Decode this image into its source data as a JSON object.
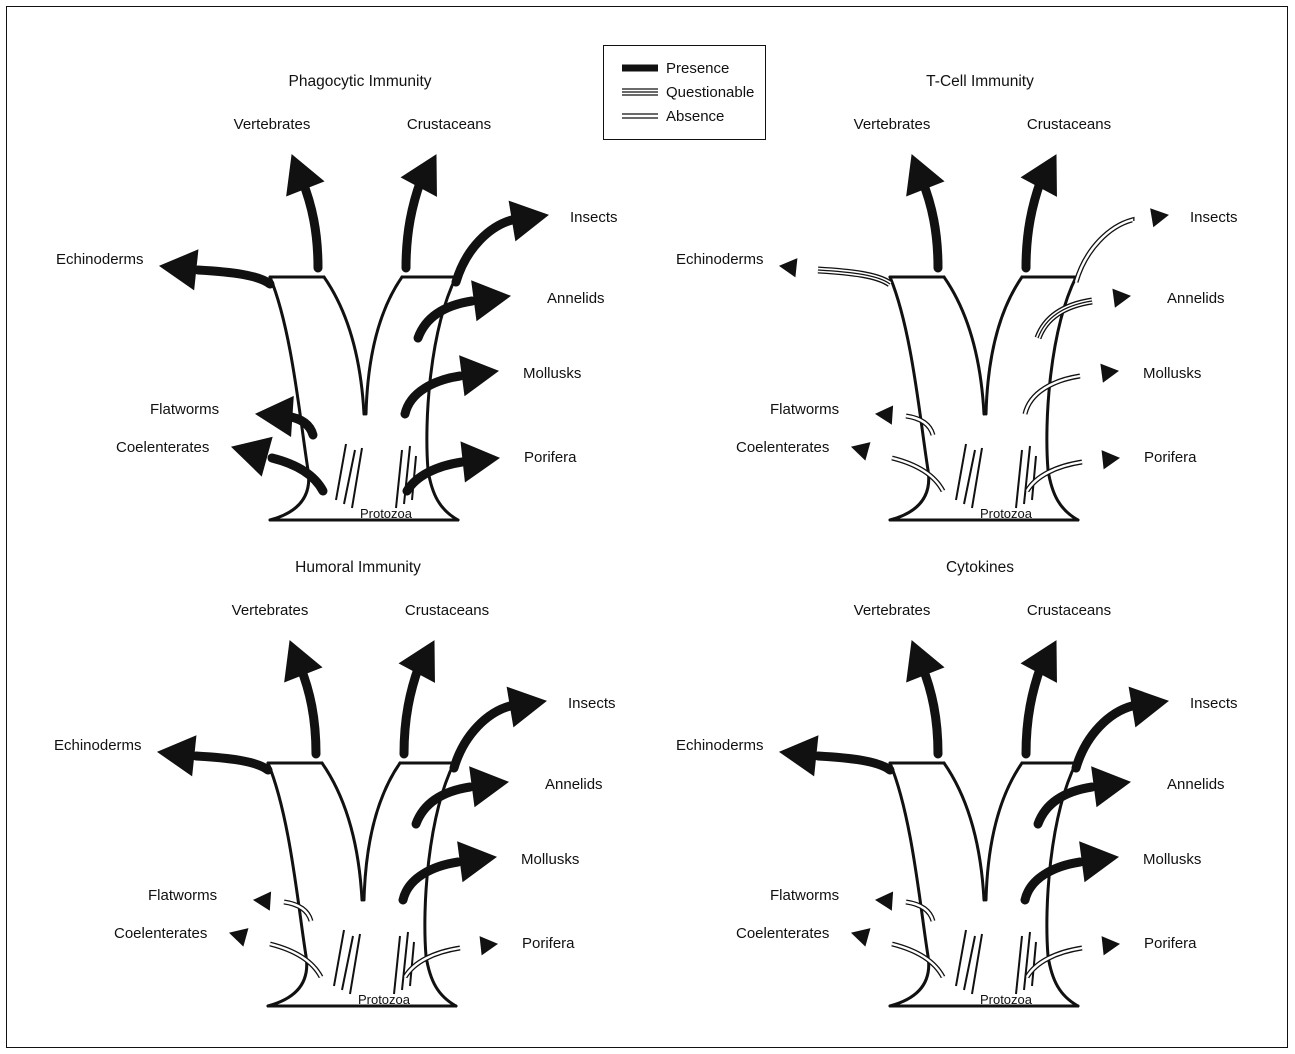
{
  "legend": {
    "presence": "Presence",
    "questionable": "Questionable",
    "absence": "Absence"
  },
  "panels": [
    {
      "title": "Phagocytic Immunity",
      "labels": {
        "vertebrates": "Vertebrates",
        "crustaceans": "Crustaceans",
        "insects": "Insects",
        "echinoderms": "Echinoderms",
        "annelids": "Annelids",
        "mollusks": "Mollusks",
        "flatworms": "Flatworms",
        "coelenterates": "Coelenterates",
        "porifera": "Porifera",
        "protozoa": "Protozoa"
      },
      "status": {
        "vertebrates": "presence",
        "crustaceans": "presence",
        "insects": "presence",
        "echinoderms": "presence",
        "annelids": "presence",
        "mollusks": "presence",
        "flatworms": "presence",
        "coelenterates": "presence",
        "porifera": "presence"
      }
    },
    {
      "title": "T-Cell Immunity",
      "labels": {
        "vertebrates": "Vertebrates",
        "crustaceans": "Crustaceans",
        "insects": "Insects",
        "echinoderms": "Echinoderms",
        "annelids": "Annelids",
        "mollusks": "Mollusks",
        "flatworms": "Flatworms",
        "coelenterates": "Coelenterates",
        "porifera": "Porifera",
        "protozoa": "Protozoa"
      },
      "status": {
        "vertebrates": "presence",
        "crustaceans": "presence",
        "insects": "absence",
        "echinoderms": "questionable",
        "annelids": "questionable",
        "mollusks": "absence",
        "flatworms": "absence",
        "coelenterates": "absence",
        "porifera": "absence"
      }
    },
    {
      "title": "Humoral Immunity",
      "labels": {
        "vertebrates": "Vertebrates",
        "crustaceans": "Crustaceans",
        "insects": "Insects",
        "echinoderms": "Echinoderms",
        "annelids": "Annelids",
        "mollusks": "Mollusks",
        "flatworms": "Flatworms",
        "coelenterates": "Coelenterates",
        "porifera": "Porifera",
        "protozoa": "Protozoa"
      },
      "status": {
        "vertebrates": "presence",
        "crustaceans": "presence",
        "insects": "presence",
        "echinoderms": "presence",
        "annelids": "presence",
        "mollusks": "presence",
        "flatworms": "absence",
        "coelenterates": "absence",
        "porifera": "absence"
      }
    },
    {
      "title": "Cytokines",
      "labels": {
        "vertebrates": "Vertebrates",
        "crustaceans": "Crustaceans",
        "insects": "Insects",
        "echinoderms": "Echinoderms",
        "annelids": "Annelids",
        "mollusks": "Mollusks",
        "flatworms": "Flatworms",
        "coelenterates": "Coelenterates",
        "porifera": "Porifera",
        "protozoa": "Protozoa"
      },
      "status": {
        "vertebrates": "presence",
        "crustaceans": "presence",
        "insects": "presence",
        "echinoderms": "presence",
        "annelids": "presence",
        "mollusks": "presence",
        "flatworms": "absence",
        "coelenterates": "absence",
        "porifera": "absence"
      }
    }
  ]
}
